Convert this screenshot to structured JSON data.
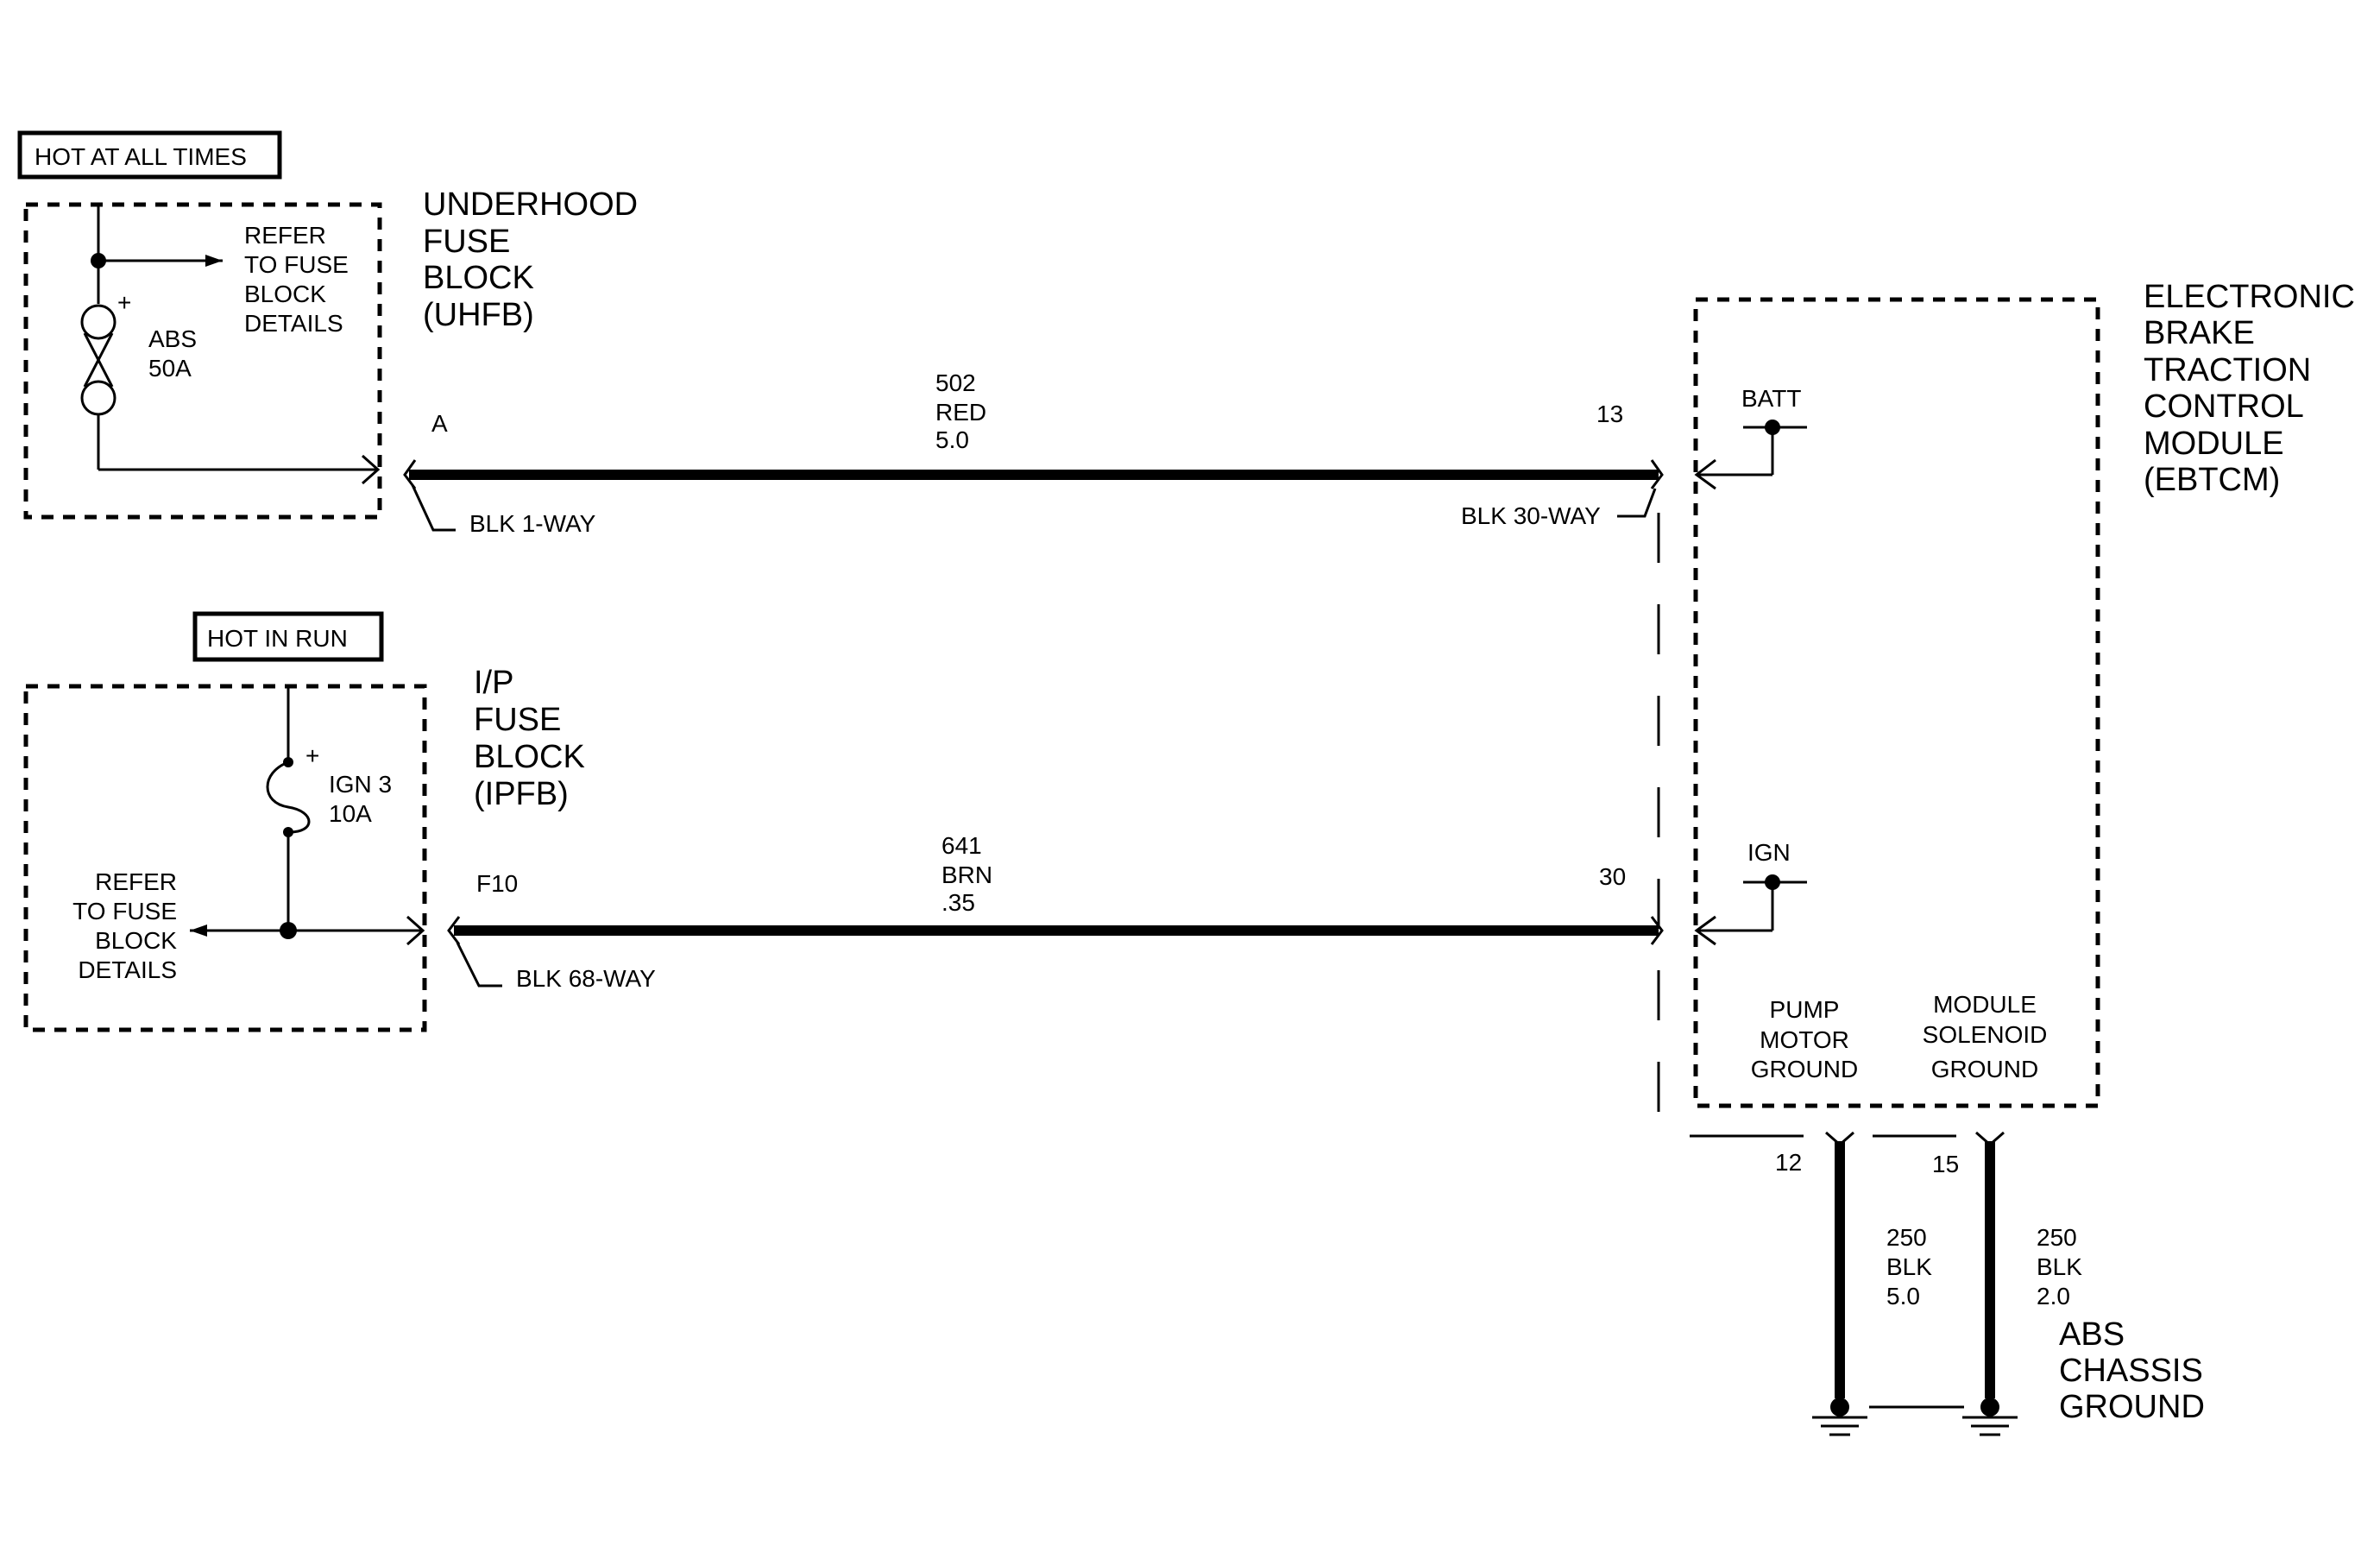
{
  "power_sources": {
    "hot_at_all_times": "HOT AT ALL TIMES",
    "hot_in_run": "HOT IN RUN"
  },
  "uhfb": {
    "name_lines": [
      "UNDERHOOD",
      "FUSE",
      "BLOCK",
      "(UHFB)"
    ],
    "fuse_name": "ABS",
    "fuse_rating": "50A",
    "fuse_polarity": "+",
    "refer_lines": [
      "REFER",
      "TO FUSE",
      "BLOCK",
      "DETAILS"
    ],
    "pin": "A",
    "connector": "BLK 1-WAY"
  },
  "ipfb": {
    "name_lines": [
      "I/P",
      "FUSE",
      "BLOCK",
      "(IPFB)"
    ],
    "fuse_name": "IGN 3",
    "fuse_rating": "10A",
    "fuse_polarity": "+",
    "refer_lines": [
      "REFER",
      "TO FUSE",
      "BLOCK",
      "DETAILS"
    ],
    "pin": "F10",
    "connector": "BLK 68-WAY"
  },
  "wires": {
    "batt_feed": {
      "circuit": "502",
      "color": "RED",
      "gauge": "5.0"
    },
    "ign_feed": {
      "circuit": "641",
      "color": "BRN",
      "gauge": ".35"
    },
    "pump_ground": {
      "circuit": "250",
      "color": "BLK",
      "gauge": "5.0"
    },
    "solenoid_ground": {
      "circuit": "250",
      "color": "BLK",
      "gauge": "2.0"
    }
  },
  "ebtcm": {
    "name_lines": [
      "ELECTRONIC",
      "BRAKE",
      "TRACTION",
      "CONTROL",
      "MODULE",
      "(EBTCM)"
    ],
    "connector": "BLK 30-WAY",
    "batt_pin": "13",
    "ign_pin": "30",
    "pump_pin": "12",
    "solenoid_pin": "15",
    "batt_label": "BATT",
    "ign_label": "IGN",
    "pump_label_lines": [
      "PUMP",
      "MOTOR",
      "GROUND"
    ],
    "solenoid_label_lines": [
      "MODULE",
      "SOLENOID",
      "GROUND"
    ]
  },
  "ground": {
    "name_lines": [
      "ABS",
      "CHASSIS",
      "GROUND"
    ]
  }
}
